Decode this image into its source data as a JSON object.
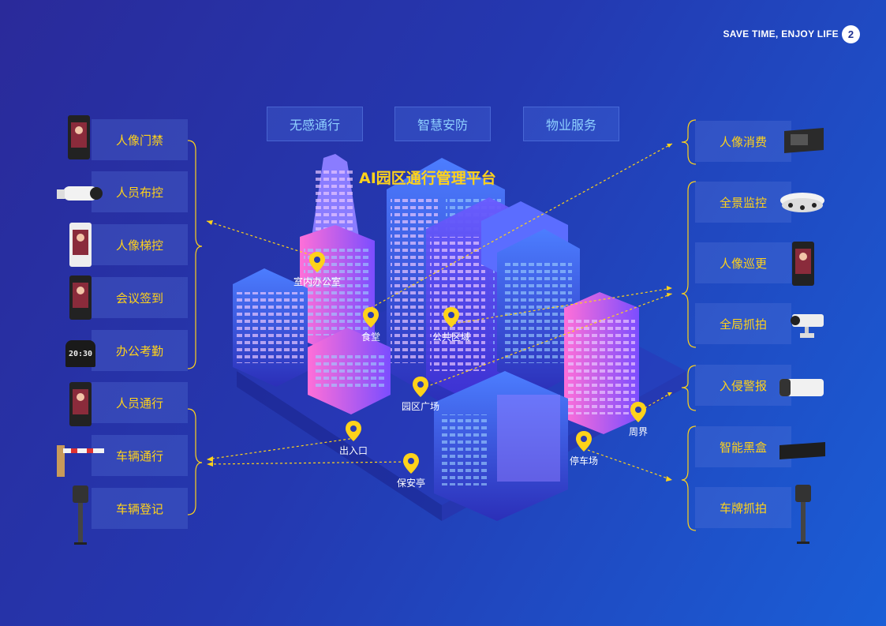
{
  "header": {
    "slogan": "SAVE TIME, ENJOY LIFE",
    "page": "2"
  },
  "tabs": [
    "无感通行",
    "智慧安防",
    "物业服务"
  ],
  "title": "AI园区通行管理平台",
  "left_items": [
    "人像门禁",
    "人员布控",
    "人像梯控",
    "会议签到",
    "办公考勤",
    "人员通行",
    "车辆通行",
    "车辆登记"
  ],
  "right_items": [
    "人像消费",
    "全景监控",
    "人像巡更",
    "全局抓拍",
    "入侵警报",
    "智能黑盒",
    "车牌抓拍"
  ],
  "locations": [
    "室内办公室",
    "食堂",
    "公共区域",
    "园区广场",
    "出入口",
    "保安亭",
    "停车场",
    "周界"
  ],
  "devices": {
    "clock_display": "20:30"
  },
  "colors": {
    "accent": "#ffd21a",
    "tab_text": "#8fd0ff",
    "connector": "#ffd21a"
  }
}
